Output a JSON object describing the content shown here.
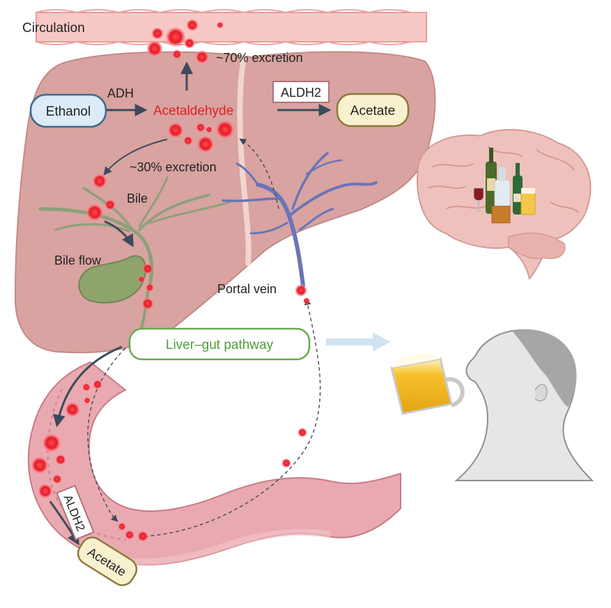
{
  "labels": {
    "circulation": "Circulation",
    "excretion_70": "~70% excretion",
    "adh": "ADH",
    "ethanol": "Ethanol",
    "acetaldehyde": "Acetaldehyde",
    "aldh2_top": "ALDH2",
    "acetate_top": "Acetate",
    "excretion_30": "~30% excretion",
    "bile": "Bile",
    "bile_flow": "Bile flow",
    "portal_vein": "Portal vein",
    "liver_gut_pathway": "Liver–gut pathway",
    "aldh2_gut": "ALDH2",
    "acetate_gut": "Acetate"
  },
  "colors": {
    "liver": "#d8a3a0",
    "liver_edge": "#c28a86",
    "vessel": "#f7c9c6",
    "acetaldehyde_text": "#e0201f",
    "droplet": "#e41b2a",
    "ethanol_fill": "#dcebf7",
    "ethanol_stroke": "#3c6a90",
    "acetate_fill": "#f8f1cf",
    "acetate_stroke": "#8a7a3a",
    "aldh2_stroke": "#b0707a",
    "pathway_stroke": "#69a84f",
    "pathway_text": "#4e9e3a",
    "bile_duct": "#8ca07a",
    "portal_vein": "#6b74b8",
    "intestine": "#e9a9b0",
    "arrow": "#3e4a5c",
    "flow_arrow": "#cfe4f0"
  }
}
